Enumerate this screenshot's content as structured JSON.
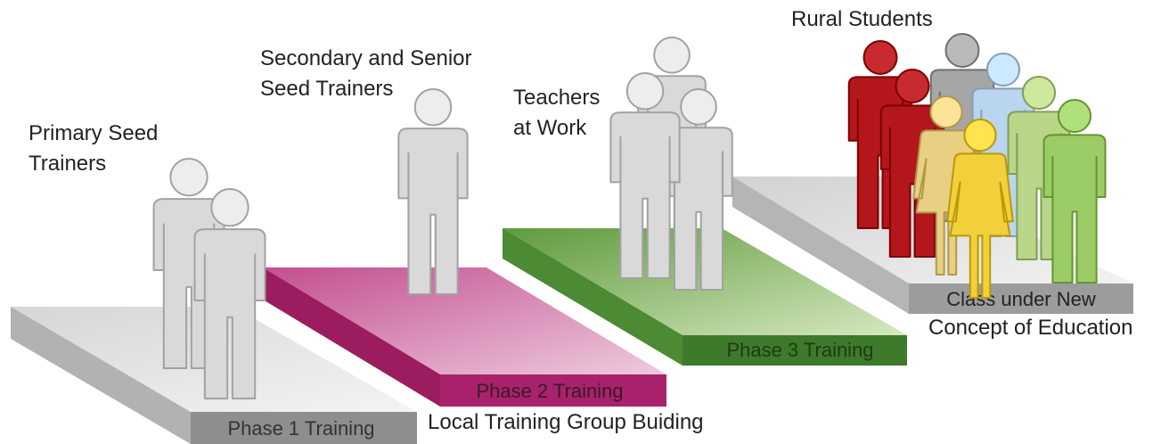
{
  "diagram": {
    "phases": [
      {
        "label": "Phase 1 Training",
        "color": "#8e8e8e",
        "text_color": "#333333"
      },
      {
        "label": "Phase 2 Training",
        "color": "#a8226b",
        "text_color": "#3a1a2a"
      },
      {
        "label": "Phase 3 Training",
        "color": "#3d7a2b",
        "text_color": "#1f3a14"
      },
      {
        "label": "Class under New",
        "color": "#9c9c9c",
        "text_color": "#222222"
      }
    ],
    "captions": {
      "primary_line1": "Primary Seed",
      "primary_line2": "Trainers",
      "secondary_line1": "Secondary and Senior",
      "secondary_line2": "Seed Trainers",
      "teachers_line1": "Teachers",
      "teachers_line2": "at Work",
      "rural": "Rural Students",
      "local_group": "Local Training Group Buiding",
      "class_line2": "Concept of Education"
    },
    "student_colors": [
      "#b3161b",
      "#b3161b",
      "#a6a6a6",
      "#e8cf82",
      "#b9d5ef",
      "#f2d03c",
      "#b8d58a",
      "#9ccc65"
    ]
  }
}
